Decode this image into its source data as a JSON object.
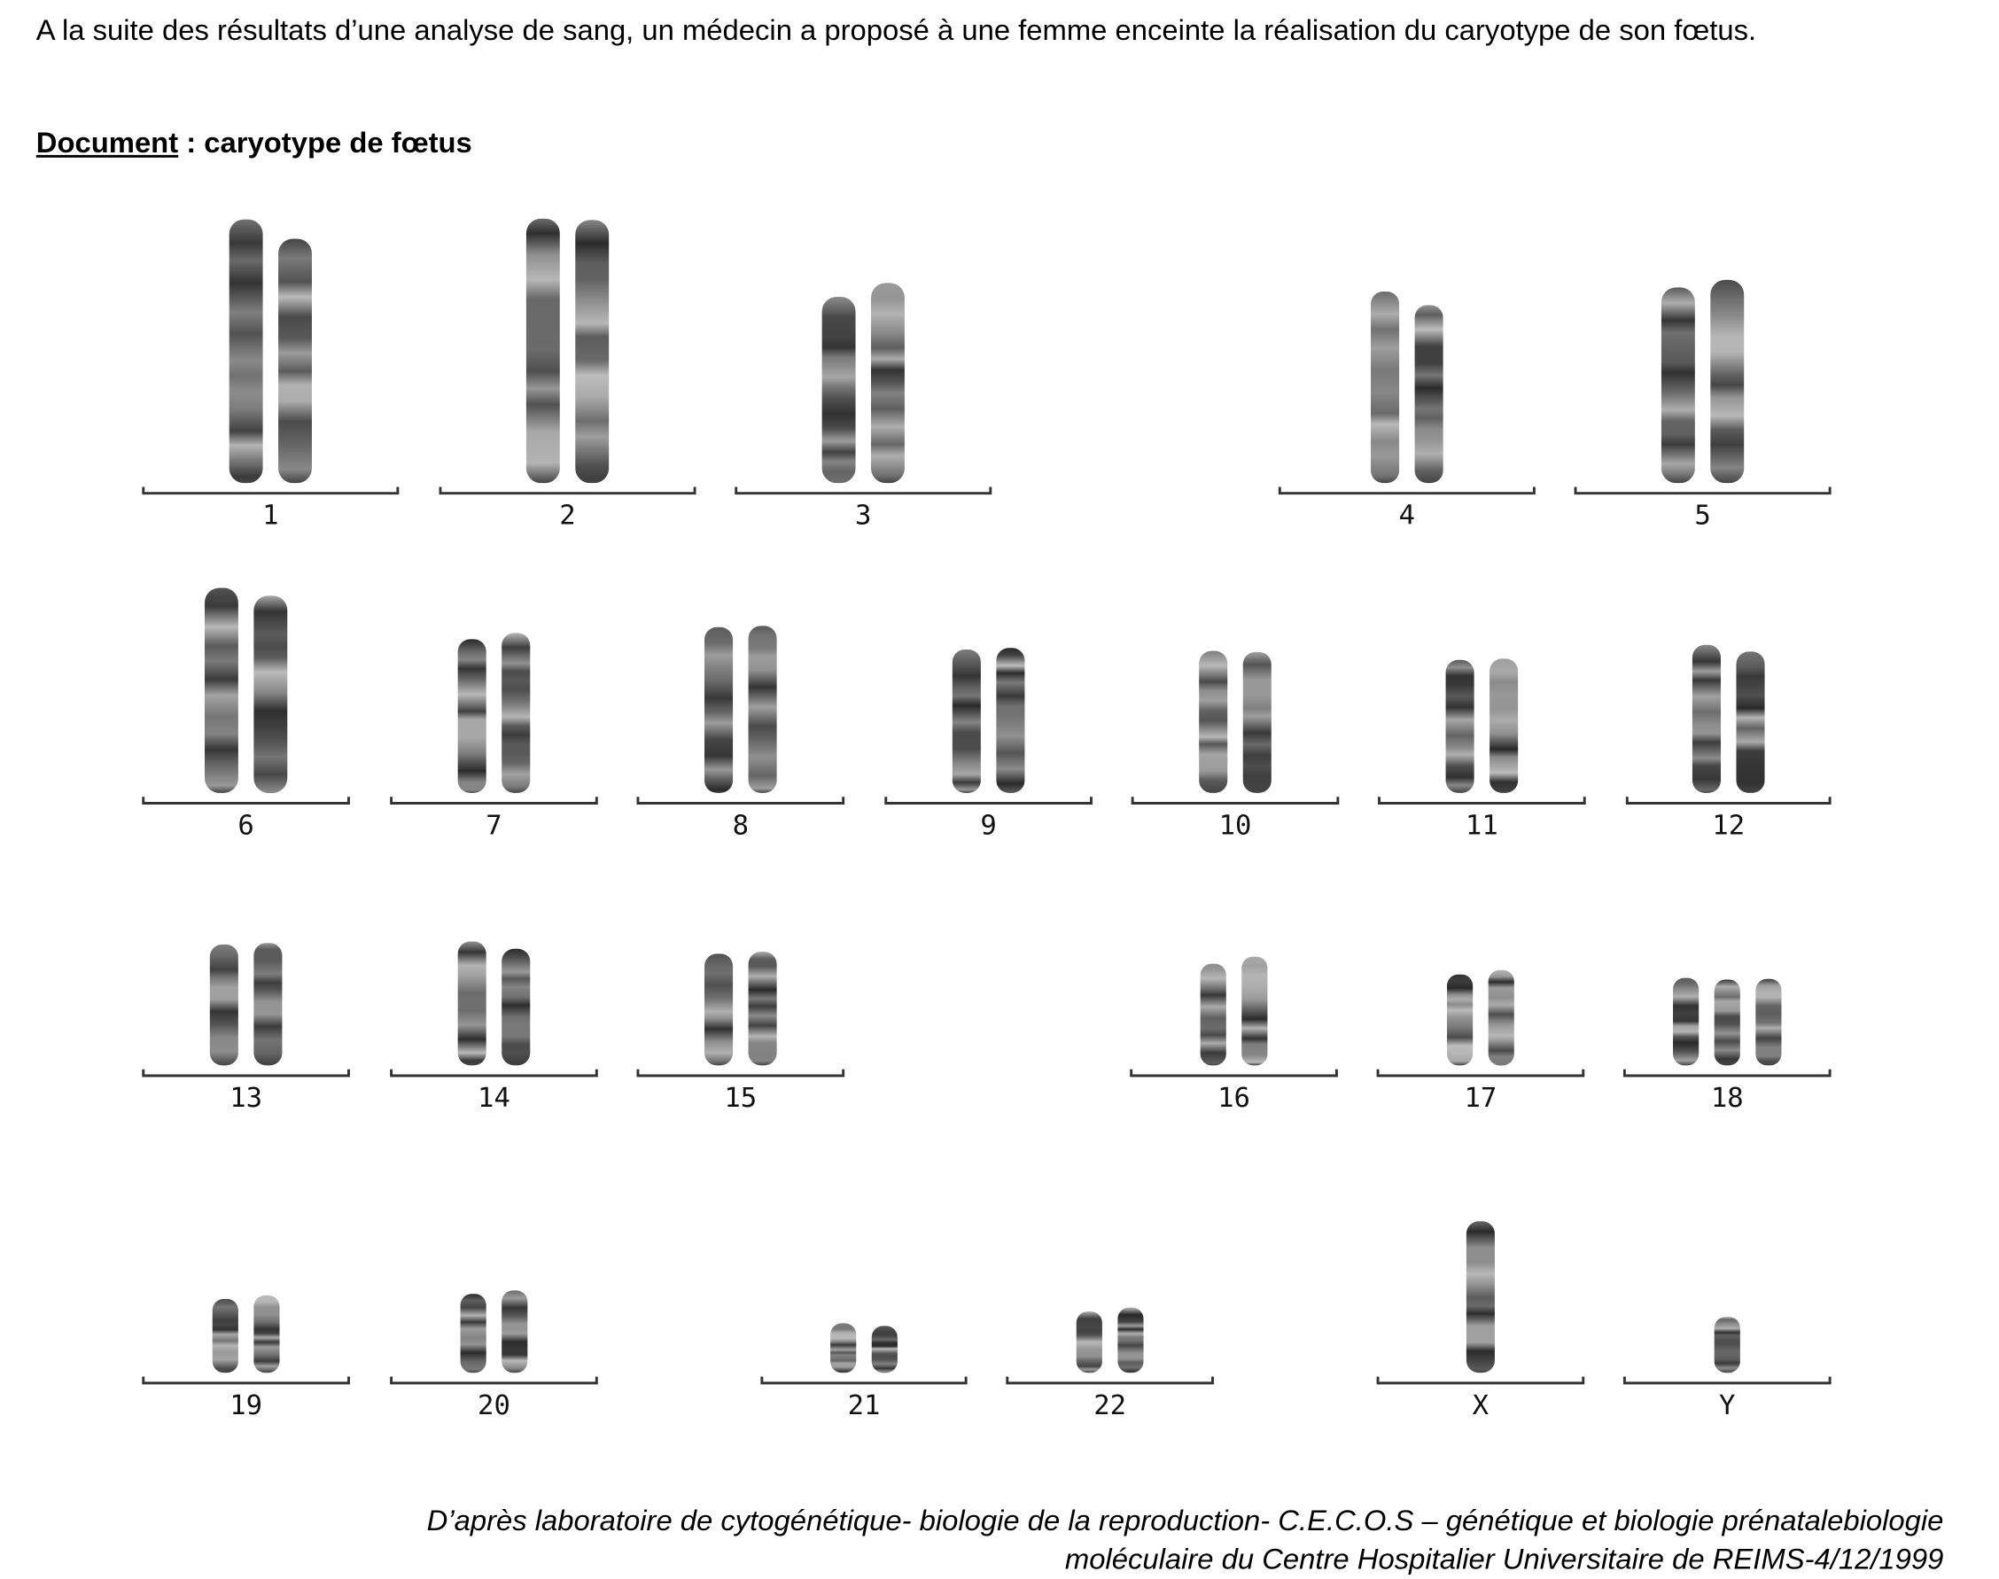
{
  "intro": "A la suite des résultats d’une analyse de sang, un médecin a proposé à une femme enceinte la réalisation du caryotype de son fœtus.",
  "document_title": {
    "label": "Document",
    "rest": " : caryotype de fœtus"
  },
  "karyotype": {
    "labels": [
      "1",
      "2",
      "3",
      "4",
      "5",
      "6",
      "7",
      "8",
      "9",
      "10",
      "11",
      "12",
      "13",
      "14",
      "15",
      "16",
      "17",
      "18",
      "19",
      "20",
      "21",
      "22",
      "X",
      "Y"
    ],
    "chromosome_counts": [
      2,
      2,
      2,
      2,
      2,
      2,
      2,
      2,
      2,
      2,
      2,
      2,
      2,
      2,
      2,
      2,
      2,
      3,
      2,
      2,
      2,
      2,
      1,
      1
    ]
  },
  "caption": {
    "line1": "D’après laboratoire de cytogénétique- biologie de la reproduction- C.E.C.O.S – génétique et biologie prénatalebiologie",
    "line2": "moléculaire du Centre Hospitalier Universitaire de REIMS-4/12/1999"
  }
}
